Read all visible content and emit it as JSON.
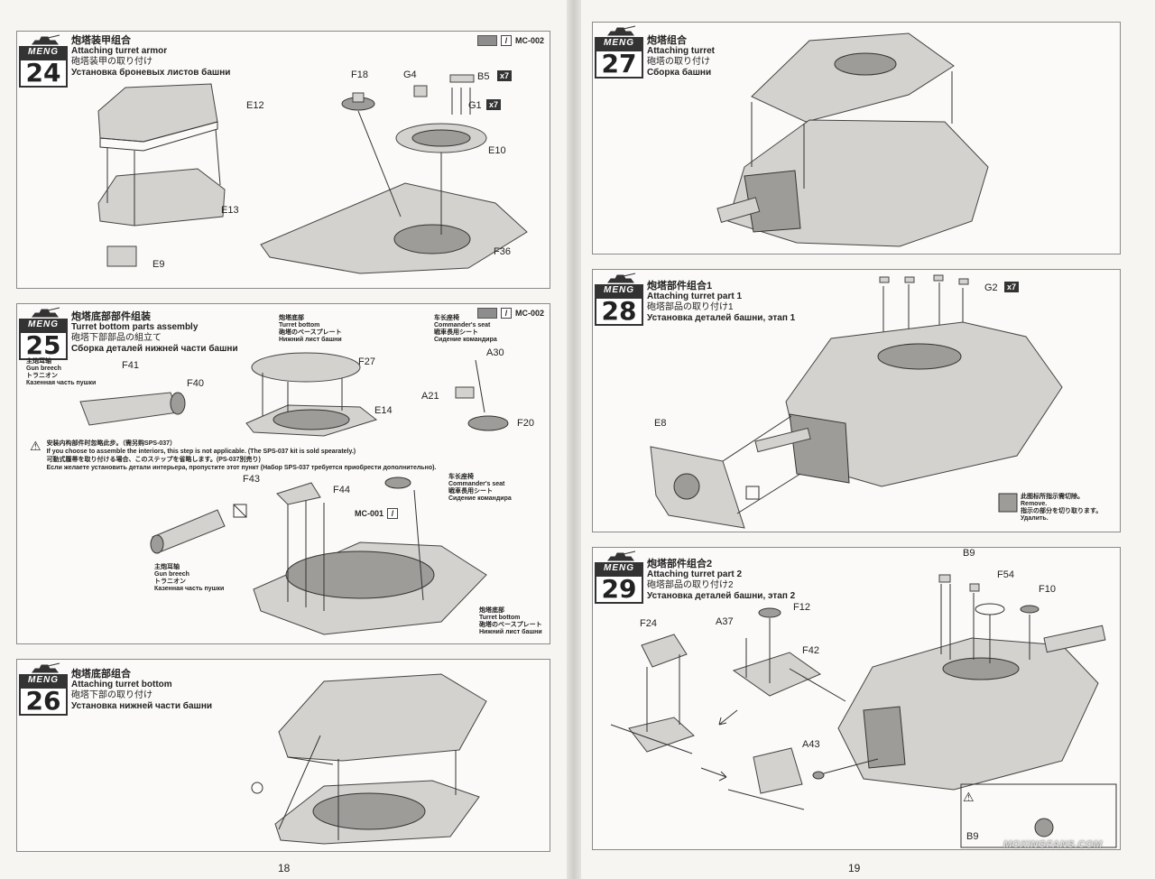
{
  "brand": "MENG",
  "paint_code_1": "MC-002",
  "paint_code_2": "MC-001",
  "page_numbers": {
    "left": "18",
    "right": "19"
  },
  "watermark": "MOXINGFANS.COM",
  "steps": {
    "s24": {
      "num": "24",
      "zh": "炮塔装甲组合",
      "en": "Attaching turret armor",
      "ja": "砲塔装甲の取り付け",
      "ru": "Установка броневых листов башни",
      "parts": {
        "f18": "F18",
        "g4": "G4",
        "b5": "B5",
        "b5_qty": "x7",
        "g1": "G1",
        "g1_qty": "x7",
        "e12": "E12",
        "e10": "E10",
        "e13": "E13",
        "f36": "F36",
        "e9": "E9"
      }
    },
    "s25": {
      "num": "25",
      "zh": "炮塔底部部件组装",
      "en": "Turret bottom parts assembly",
      "ja": "砲塔下部部品の組立て",
      "ru": "Сборка деталей нижней части башни",
      "turret_bottom": {
        "zh": "炮塔底部",
        "en": "Turret bottom",
        "ja": "砲塔のベースプレート",
        "ru": "Нижний лист башни"
      },
      "commander_seat": {
        "zh": "车长座椅",
        "en": "Commander's seat",
        "ja": "戦車長用シート",
        "ru": "Сидение командира"
      },
      "gun_breech": {
        "zh": "主炮耳轴",
        "en": "Gun breech",
        "ja": "トラニオン",
        "ru": "Казенная часть пушки"
      },
      "warning": {
        "zh": "安装内构部件时忽略此步。（需另购SPS-037）",
        "en": "If you choose to assemble the interiors, this step is not applicable. (The SPS-037 kit is sold spearately.)",
        "ja": "可動式履帯を取り付ける場合、このステップを省略します。(PS-037別売り)",
        "ru": "Если желаете установить детали интерьера, пропустите этот пункт (Набор SPS-037 требуется приобрести дополнительно)."
      },
      "parts": {
        "f41": "F41",
        "f40": "F40",
        "f27": "F27",
        "e14": "E14",
        "a30": "A30",
        "a21": "A21",
        "f20": "F20",
        "f43": "F43",
        "f44": "F44"
      }
    },
    "s26": {
      "num": "26",
      "zh": "炮塔底部组合",
      "en": "Attaching turret bottom",
      "ja": "砲塔下部の取り付け",
      "ru": "Установка нижней части башни"
    },
    "s27": {
      "num": "27",
      "zh": "炮塔组合",
      "en": "Attaching turret",
      "ja": "砲塔の取り付け",
      "ru": "Сборка башни"
    },
    "s28": {
      "num": "28",
      "zh": "炮塔部件组合1",
      "en": "Attaching turret part 1",
      "ja": "砲塔部品の取り付け1",
      "ru": "Установка деталей башни, этап 1",
      "parts": {
        "g2": "G2",
        "g2_qty": "x7",
        "e8": "E8"
      },
      "remove_note": {
        "zh": "此图标所指示需切除。",
        "en": "Remove.",
        "ja": "指示の部分を切り取ります。",
        "ru": "Удалить."
      }
    },
    "s29": {
      "num": "29",
      "zh": "炮塔部件组合2",
      "en": "Attaching turret part 2",
      "ja": "砲塔部品の取り付け2",
      "ru": "Установка деталей башни, этап 2",
      "parts": {
        "b9": "B9",
        "f54": "F54",
        "f10": "F10",
        "f24": "F24",
        "a37": "A37",
        "f12": "F12",
        "f42": "F42",
        "a43": "A43",
        "b9b": "B9"
      }
    }
  }
}
